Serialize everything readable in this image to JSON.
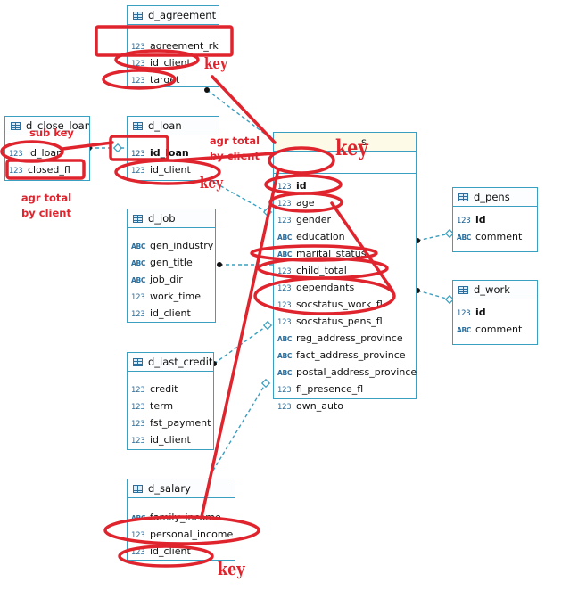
{
  "icons": {
    "number": "123",
    "text": "ABC",
    "key": "key-icon",
    "table": "table-icon"
  },
  "entities": {
    "d_agreement": {
      "title": "d_agreement",
      "rows": [
        "agreement_rk",
        "id_client",
        "target"
      ]
    },
    "d_close_loan": {
      "title": "d_close_loan",
      "rows": [
        "id_loan",
        "closed_fl"
      ]
    },
    "d_loan": {
      "title": "d_loan",
      "rows": [
        "id_loan",
        "id_client"
      ]
    },
    "d_job": {
      "title": "d_job",
      "rows": [
        "gen_industry",
        "gen_title",
        "job_dir",
        "work_time",
        "id_client"
      ]
    },
    "d_last_credit": {
      "title": "d_last_credit",
      "rows": [
        "credit",
        "term",
        "fst_payment",
        "id_client"
      ]
    },
    "d_salary": {
      "title": "d_salary",
      "rows": [
        "family_income",
        "personal_income",
        "id_client"
      ]
    },
    "d_pens": {
      "title": "d_pens",
      "rows": [
        "id",
        "comment"
      ]
    },
    "d_work": {
      "title": "d_work",
      "rows": [
        "id",
        "comment"
      ]
    },
    "d_clients": {
      "title": "s",
      "rows": [
        "id",
        "age",
        "gender",
        "education",
        "marital_status",
        "child_total",
        "dependants",
        "socstatus_work_fl",
        "socstatus_pens_fl",
        "reg_address_province",
        "fact_address_province",
        "postal_address_province",
        "fl_presence_fl",
        "own_auto"
      ]
    }
  },
  "annotations": {
    "key1": "key",
    "key2": "key",
    "key3": "key",
    "key4": "key",
    "sub_key": "sub key",
    "agr_total_left": "agr total\nby client",
    "agr_total_mid": "agr total\nby client"
  },
  "colors": {
    "entity_border": "#3a9fc0",
    "annotation": "#e0242e",
    "connector": "#3a9fc0"
  }
}
